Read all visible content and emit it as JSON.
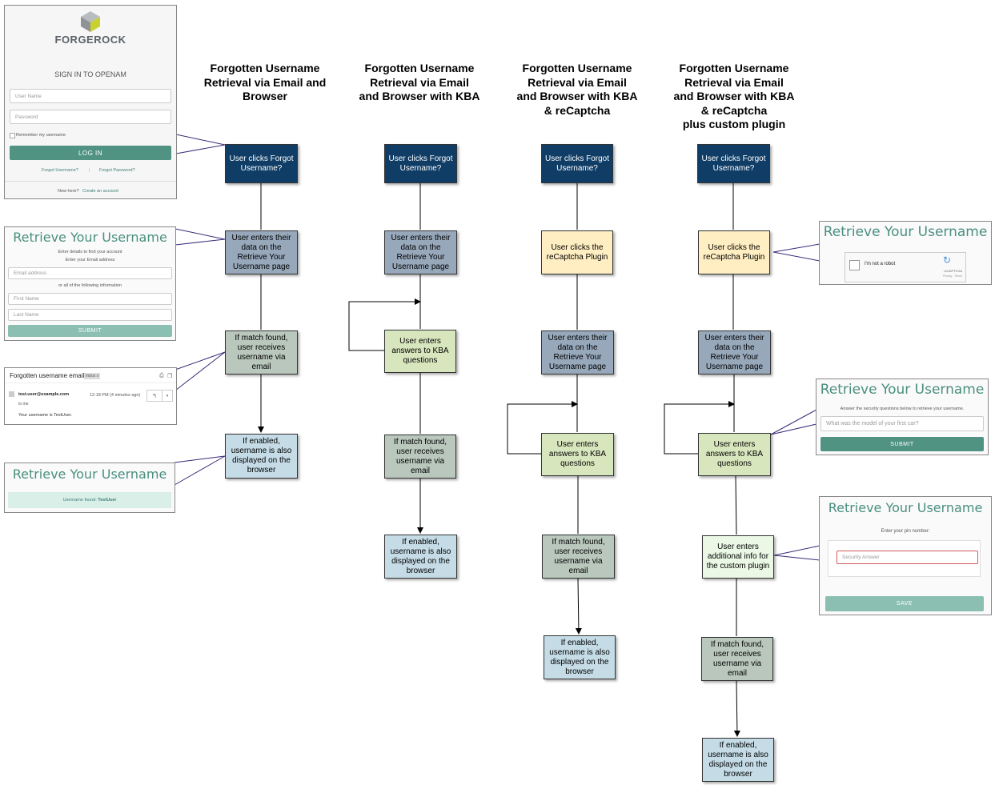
{
  "columns": [
    {
      "title": "Forgotten Username\nRetrieval via Email and\nBrowser"
    },
    {
      "title": "Forgotten Username\nRetrieval via Email\nand  Browser with KBA"
    },
    {
      "title": "Forgotten Username\nRetrieval via Email\nand  Browser with KBA\n& reCaptcha"
    },
    {
      "title": "Forgotten Username\nRetrieval via Email\nand  Browser with KBA\n& reCaptcha\nplus custom plugin"
    }
  ],
  "steps": {
    "click_forgot": "User clicks Forgot Username?",
    "enter_data": "User enters their data on the Retrieve Your Username page",
    "match_email": "If match found, user receives username via email",
    "display_browser": "If enabled, username is also displayed on the browser",
    "kba": "User enters answers to KBA questions",
    "recaptcha": "User clicks the reCaptcha Plugin",
    "custom_plugin": "User enters additional info for the custom plugin"
  },
  "login_screen": {
    "brand": "FORGEROCK",
    "heading": "SIGN IN TO OPENAM",
    "username_placeholder": "User Name",
    "password_placeholder": "Password",
    "remember": "Remember my username",
    "login_button": "LOG IN",
    "forgot_username": "Forgot Username?",
    "separator": "|",
    "forgot_password": "Forgot Password?",
    "new_here": "New here?",
    "create_account": "Create an account"
  },
  "retrieve_form": {
    "heading": "Retrieve Your Username",
    "enter_details": "Enter details to find your account",
    "enter_email": "Enter your Email address",
    "email_placeholder": "Email address",
    "or_all": "or all of the following information",
    "first_name": "First Name",
    "last_name": "Last Name",
    "submit": "SUBMIT"
  },
  "email_screen": {
    "subject": "Forgotten username email",
    "inbox_tag": "Inbox",
    "inbox_x": "x",
    "from": "test.user@example.com",
    "time": "12:18 PM (4 minutes ago)",
    "to": "to me",
    "body": "Your username is TestUser."
  },
  "found_screen": {
    "heading": "Retrieve Your Username",
    "label": "Username found:",
    "username": "TestUser"
  },
  "captcha_screen": {
    "heading": "Retrieve Your Username",
    "not_robot": "I'm not a robot",
    "brand": "reCAPTCHA",
    "terms": "Privacy - Terms"
  },
  "kba_screen": {
    "heading": "Retrieve Your Username",
    "instruction": "Answer the security questions below to retrieve your username.",
    "question": "What was the model of your first car?",
    "submit": "SUBMIT"
  },
  "pin_screen": {
    "heading": "Retrieve Your Username",
    "instruction": "Enter your pin number:",
    "placeholder": "Security Answer",
    "save": "SAVE"
  }
}
